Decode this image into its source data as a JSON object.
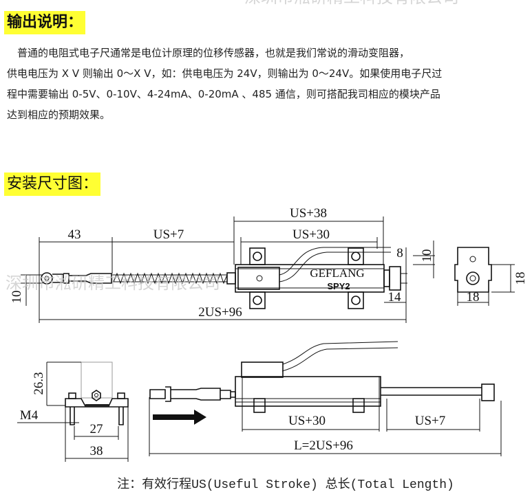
{
  "section1": {
    "heading": "输出说明：",
    "lines": [
      "　普通的电阻式电子尺通常是电位计原理的位移传感器，也就是我们常说的滑动变阻器，",
      "供电电压为 X V 则输出 0～X V，如：供电电压为 24V，则输出为 0～24V。如果使用电子尺过",
      "程中需要输出 0-5V、0-10V、4-24mA、0-20mA 、485 通信，则可搭配我司相应的模块产品",
      "达到相应的预期效果。"
    ]
  },
  "section2": {
    "heading": "安装尺寸图："
  },
  "watermark": "深圳市淞研精工科技有限公司",
  "top_drawing": {
    "dims": {
      "us38": "US+38",
      "us30": "US+30",
      "d43": "43",
      "us7": "US+7",
      "d8": "8",
      "d10r": "10",
      "d14": "14",
      "d18v": "18",
      "d18h": "18",
      "d10l": "10",
      "total": "2US+96"
    },
    "brand": "GEFLANG",
    "model": "SPY2"
  },
  "bottom_drawing": {
    "dims": {
      "h263": "26.3",
      "m4": "M4",
      "d27": "27",
      "d38": "38",
      "us30": "US+30",
      "us7": "US+7",
      "total": "L=2US+96"
    }
  },
  "note": "注：有效行程US(Useful Stroke) 总长(Total Length)"
}
